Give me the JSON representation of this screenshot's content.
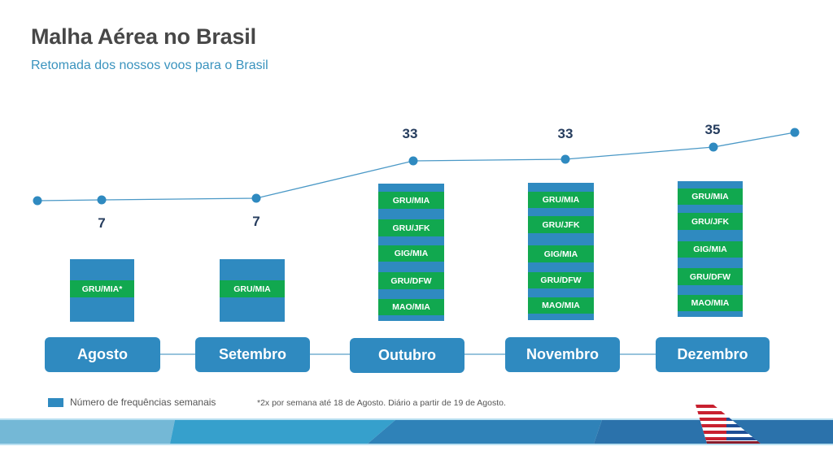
{
  "header": {
    "title": "Malha Aérea no Brasil",
    "subtitle": "Retomada dos nossos voos para o Brasil"
  },
  "months": [
    {
      "label": "Agosto",
      "frequency": "7",
      "routes": [
        "GRU/MIA*"
      ]
    },
    {
      "label": "Setembro",
      "frequency": "7",
      "routes": [
        "GRU/MIA"
      ]
    },
    {
      "label": "Outubro",
      "frequency": "33",
      "routes": [
        "GRU/MIA",
        "GRU/JFK",
        "GIG/MIA",
        "GRU/DFW",
        "MAO/MIA"
      ]
    },
    {
      "label": "Novembro",
      "frequency": "33",
      "routes": [
        "GRU/MIA",
        "GRU/JFK",
        "GIG/MIA",
        "GRU/DFW",
        "MAO/MIA"
      ]
    },
    {
      "label": "Dezembro",
      "frequency": "35",
      "routes": [
        "GRU/MIA",
        "GRU/JFK",
        "GIG/MIA",
        "GRU/DFW",
        "MAO/MIA"
      ]
    }
  ],
  "legend": {
    "label": "Número de frequências semanais",
    "color": "#2f8ac0"
  },
  "footnote": "*2x por semana até 18 de Agosto.  Diário a partir de 19 de Agosto.",
  "colors": {
    "primary_blue": "#2f8ac0",
    "route_green": "#11a84f",
    "value_text": "#263d5e",
    "subtitle": "#3a93be"
  },
  "chart_data": {
    "type": "line",
    "title": "Malha Aérea no Brasil",
    "subtitle": "Retomada dos nossos voos para o Brasil",
    "categories": [
      "Agosto",
      "Setembro",
      "Outubro",
      "Novembro",
      "Dezembro"
    ],
    "series": [
      {
        "name": "Número de frequências semanais",
        "values": [
          7,
          7,
          33,
          33,
          35
        ]
      }
    ],
    "routes_per_month": {
      "Agosto": [
        "GRU/MIA*"
      ],
      "Setembro": [
        "GRU/MIA"
      ],
      "Outubro": [
        "GRU/MIA",
        "GRU/JFK",
        "GIG/MIA",
        "GRU/DFW",
        "MAO/MIA"
      ],
      "Novembro": [
        "GRU/MIA",
        "GRU/JFK",
        "GIG/MIA",
        "GRU/DFW",
        "MAO/MIA"
      ],
      "Dezembro": [
        "GRU/MIA",
        "GRU/JFK",
        "GIG/MIA",
        "GRU/DFW",
        "MAO/MIA"
      ]
    },
    "xlabel": "",
    "ylabel": "",
    "grid": false,
    "legend_position": "bottom-left",
    "annotations": [
      "*2x por semana até 18 de Agosto.  Diário a partir de 19 de Agosto."
    ]
  }
}
